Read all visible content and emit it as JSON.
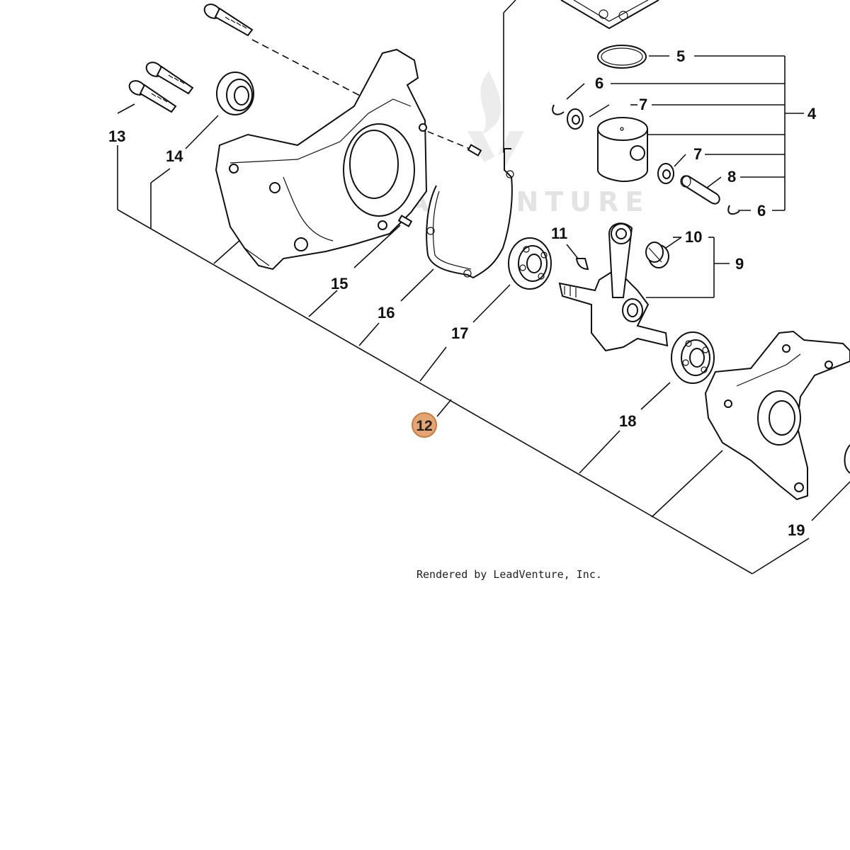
{
  "diagram": {
    "callouts": {
      "c4": "4",
      "c5": "5",
      "c6a": "6",
      "c6b": "6",
      "c7a": "7",
      "c7b": "7",
      "c8": "8",
      "c9": "9",
      "c10": "10",
      "c11": "11",
      "c12": "12",
      "c13": "13",
      "c14": "14",
      "c15": "15",
      "c16": "16",
      "c17": "17",
      "c18": "18",
      "c19": "19"
    },
    "highlighted_callout": "12",
    "highlight_color": "#e4a572",
    "watermark_text": "LEADVENTURE",
    "credit": "Rendered by LeadVenture, Inc."
  }
}
